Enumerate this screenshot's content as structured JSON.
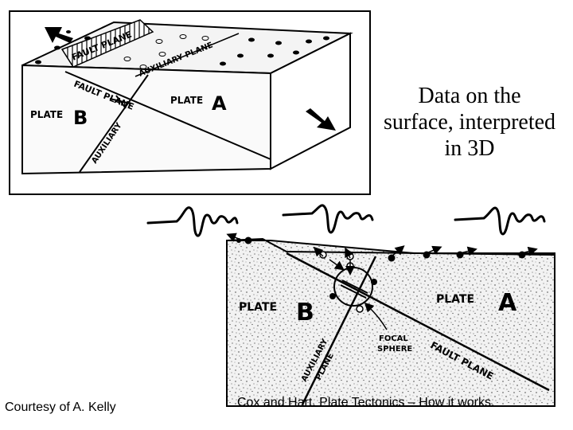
{
  "slide": {
    "caption_lines": [
      "Data on the",
      "surface, interpreted",
      "in 3D"
    ],
    "credit_left": "Courtesy of A. Kelly",
    "credit_right": "Cox and Hart. Plate Tectonics – How it works."
  },
  "block_diagram": {
    "label_fault_plane_top": "FAULT PLANE",
    "label_auxiliary_plane_top": "AUXILIARY PLANE",
    "label_fault_plane_side": "FAULT PLANE",
    "label_auxiliary_side": "AUXILIARY",
    "plate_b_word": "PLATE",
    "plate_b_letter": "B",
    "plate_a_word": "PLATE",
    "plate_a_letter": "A",
    "motion_arrows": [
      "arrow-up-left",
      "arrow-down-right"
    ]
  },
  "cross_section": {
    "plate_b_word": "PLATE",
    "plate_b_letter": "B",
    "plate_a_word": "PLATE",
    "plate_a_letter": "A",
    "focal_sphere_line1": "FOCAL",
    "focal_sphere_line2": "SPHERE",
    "fault_plane_label": "FAULT PLANE",
    "auxiliary_plane_line1": "AUXILIARY",
    "auxiliary_plane_line2": "PLANE"
  },
  "seismograms": [
    "seismogram-icon",
    "seismogram-icon",
    "seismogram-icon"
  ]
}
